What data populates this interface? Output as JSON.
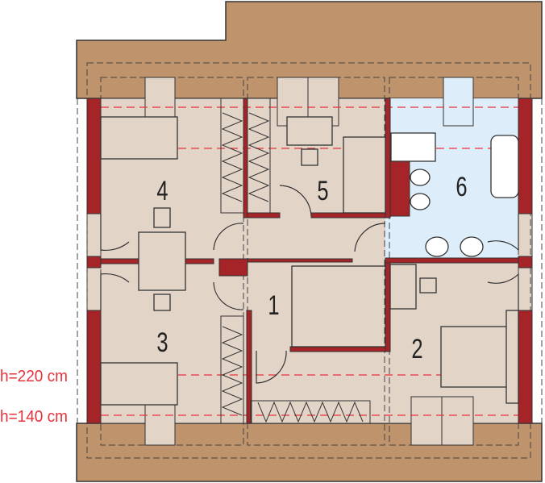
{
  "colors": {
    "roof": "#bf946c",
    "floor": "#e3d4c8",
    "bathroom": "#ddeefa",
    "wall": "#a52428",
    "height_line": "#e8323c"
  },
  "rooms": [
    {
      "number": "1"
    },
    {
      "number": "2"
    },
    {
      "number": "3"
    },
    {
      "number": "4"
    },
    {
      "number": "5"
    },
    {
      "number": "6"
    }
  ],
  "height_labels": [
    {
      "text": "h=220 cm"
    },
    {
      "text": "h=140 cm"
    }
  ]
}
